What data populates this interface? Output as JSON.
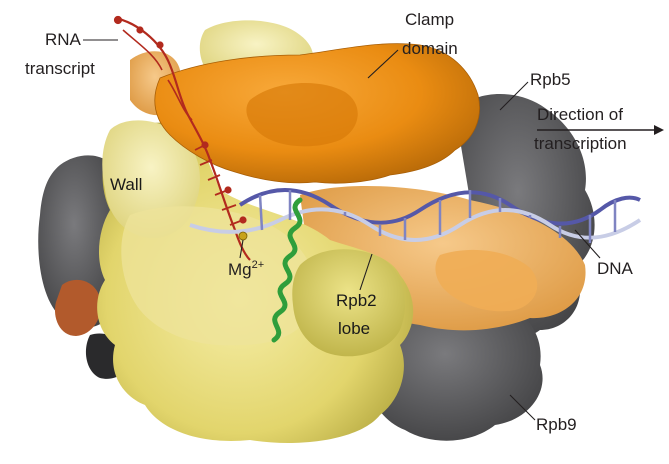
{
  "labels": {
    "rna_line1": "RNA",
    "rna_line2": "transcript",
    "clamp_line1": "Clamp",
    "clamp_line2": "domain",
    "rpb5": "Rpb5",
    "direction_line1": "Direction of",
    "direction_line2": "transcription",
    "wall": "Wall",
    "mg_base": "Mg",
    "mg_sup": "2+",
    "dna": "DNA",
    "rpb2_line1": "Rpb2",
    "rpb2_line2": "lobe",
    "rpb9": "Rpb9"
  },
  "colors": {
    "clamp": "#ea8c12",
    "yellow_pale": "#f3ec9a",
    "yellow_mid": "#e3d86a",
    "yellow_olive": "#cfc55a",
    "light_orange": "#f1b35c",
    "gray_dark": "#5b5b5d",
    "gray_mid": "#6d6d70",
    "rust": "#b25a2c",
    "rna_red": "#b22a1e",
    "dna_blue": "#5558a8",
    "dna_light": "#c8cde6",
    "helix_green": "#2f9e3b"
  },
  "icons": {
    "direction_arrow": "arrow-right-icon"
  }
}
